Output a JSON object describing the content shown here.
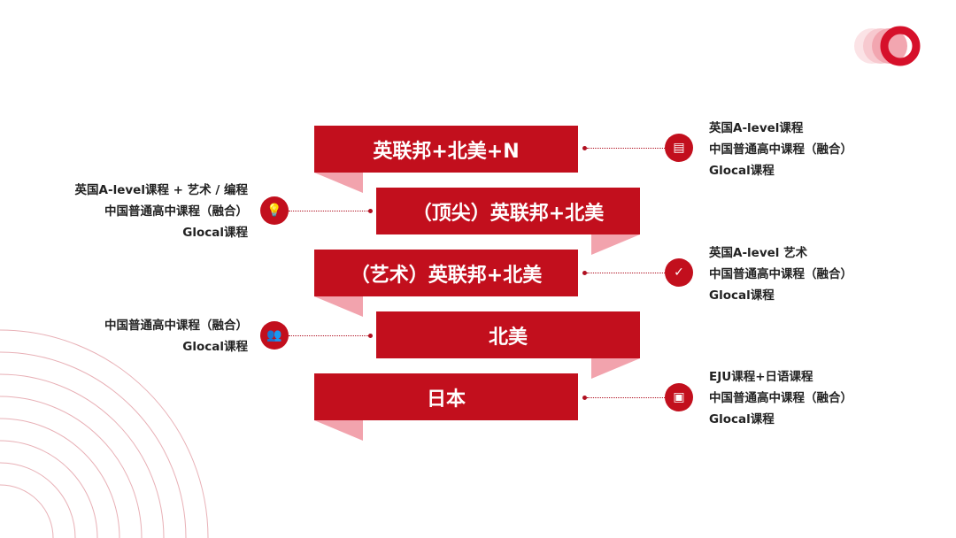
{
  "colors": {
    "primary": "#c20f1d",
    "fold": "#f2a3ad"
  },
  "banners": [
    {
      "label": "英联邦+北美+N",
      "icon": "document-icon",
      "desc": [
        "英国A-level课程",
        "中国普通高中课程（融合）",
        "Glocal课程"
      ]
    },
    {
      "label": "（顶尖）英联邦+北美",
      "icon": "lightbulb-icon",
      "desc": [
        "英国A-level课程 + 艺术 / 编程",
        "中国普通高中课程（融合）",
        "Glocal课程"
      ]
    },
    {
      "label": "（艺术）英联邦+北美",
      "icon": "badge-icon",
      "desc": [
        "英国A-level 艺术",
        "中国普通高中课程（融合）",
        "Glocal课程"
      ]
    },
    {
      "label": "北美",
      "icon": "users-icon",
      "desc": [
        "中国普通高中课程（融合）",
        "Glocal课程"
      ]
    },
    {
      "label": "日本",
      "icon": "clipboard-icon",
      "desc": [
        "EJU课程+日语课程",
        "中国普通高中课程（融合）",
        "Glocal课程"
      ]
    }
  ]
}
